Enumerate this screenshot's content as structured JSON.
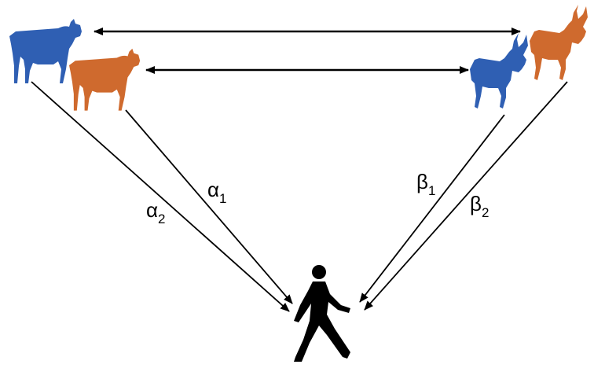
{
  "colors": {
    "blue": "#2f5fb3",
    "orange": "#cf6a2e",
    "ink": "#000000",
    "background": "#ffffff"
  },
  "nodes": [
    {
      "id": "cow-blue",
      "kind": "cow",
      "color": "blue"
    },
    {
      "id": "cow-orange",
      "kind": "cow",
      "color": "orange"
    },
    {
      "id": "goat-blue",
      "kind": "goat",
      "color": "blue"
    },
    {
      "id": "goat-orange",
      "kind": "goat",
      "color": "orange"
    },
    {
      "id": "person",
      "kind": "walking-person",
      "color": "ink"
    }
  ],
  "links": [
    {
      "from": "cow-blue",
      "to": "goat-orange",
      "style": "double-headed-arrow"
    },
    {
      "from": "cow-orange",
      "to": "goat-blue",
      "style": "double-headed-arrow"
    },
    {
      "from": "cow-orange",
      "to": "person",
      "style": "arrow",
      "label": "alpha_1"
    },
    {
      "from": "cow-blue",
      "to": "person",
      "style": "arrow",
      "label": "alpha_2"
    },
    {
      "from": "goat-blue",
      "to": "person",
      "style": "arrow",
      "label": "beta_1"
    },
    {
      "from": "goat-orange",
      "to": "person",
      "style": "arrow",
      "label": "beta_2"
    }
  ],
  "labels": {
    "alpha_1": {
      "symbol": "α",
      "subscript": "1"
    },
    "alpha_2": {
      "symbol": "α",
      "subscript": "2"
    },
    "beta_1": {
      "symbol": "β",
      "subscript": "1"
    },
    "beta_2": {
      "symbol": "β",
      "subscript": "2"
    }
  }
}
